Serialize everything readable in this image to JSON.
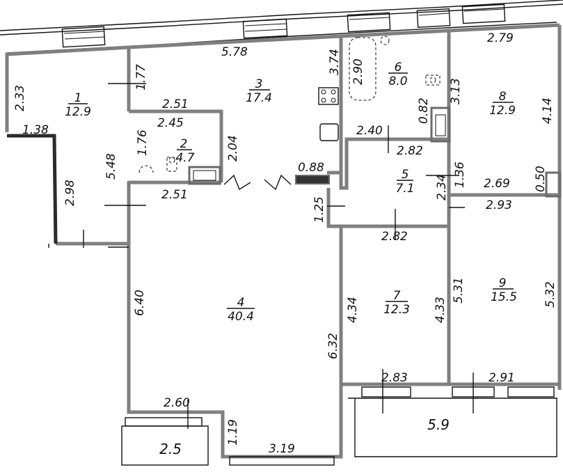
{
  "rooms": [
    {
      "num": "1",
      "area": "12.9"
    },
    {
      "num": "2",
      "area": "4.7"
    },
    {
      "num": "3",
      "area": "17.4"
    },
    {
      "num": "4",
      "area": "40.4"
    },
    {
      "num": "5",
      "area": "7.1"
    },
    {
      "num": "6",
      "area": "8.0"
    },
    {
      "num": "7",
      "area": "12.3"
    },
    {
      "num": "8",
      "area": "12.9"
    },
    {
      "num": "9",
      "area": "15.5"
    }
  ],
  "balconies": [
    {
      "area": "2.5"
    },
    {
      "area": "5.9"
    }
  ],
  "dims": [
    "5.78",
    "3.74",
    "2.90",
    "2.79",
    "2.33",
    "1.38",
    "1.77",
    "2.51",
    "2.45",
    "1.76",
    "5.48",
    "2.04",
    "3.13",
    "0.82",
    "2.40",
    "4.14",
    "2.82",
    "0.88",
    "2.34",
    "1.36",
    "2.51",
    "2.98",
    "1.25",
    "2.69",
    "0.50",
    "2.93",
    "2.82",
    "6.40",
    "4.34",
    "4.33",
    "5.31",
    "5.32",
    "6.32",
    "2.83",
    "2.91",
    "2.60",
    "1.19",
    "3.19"
  ]
}
